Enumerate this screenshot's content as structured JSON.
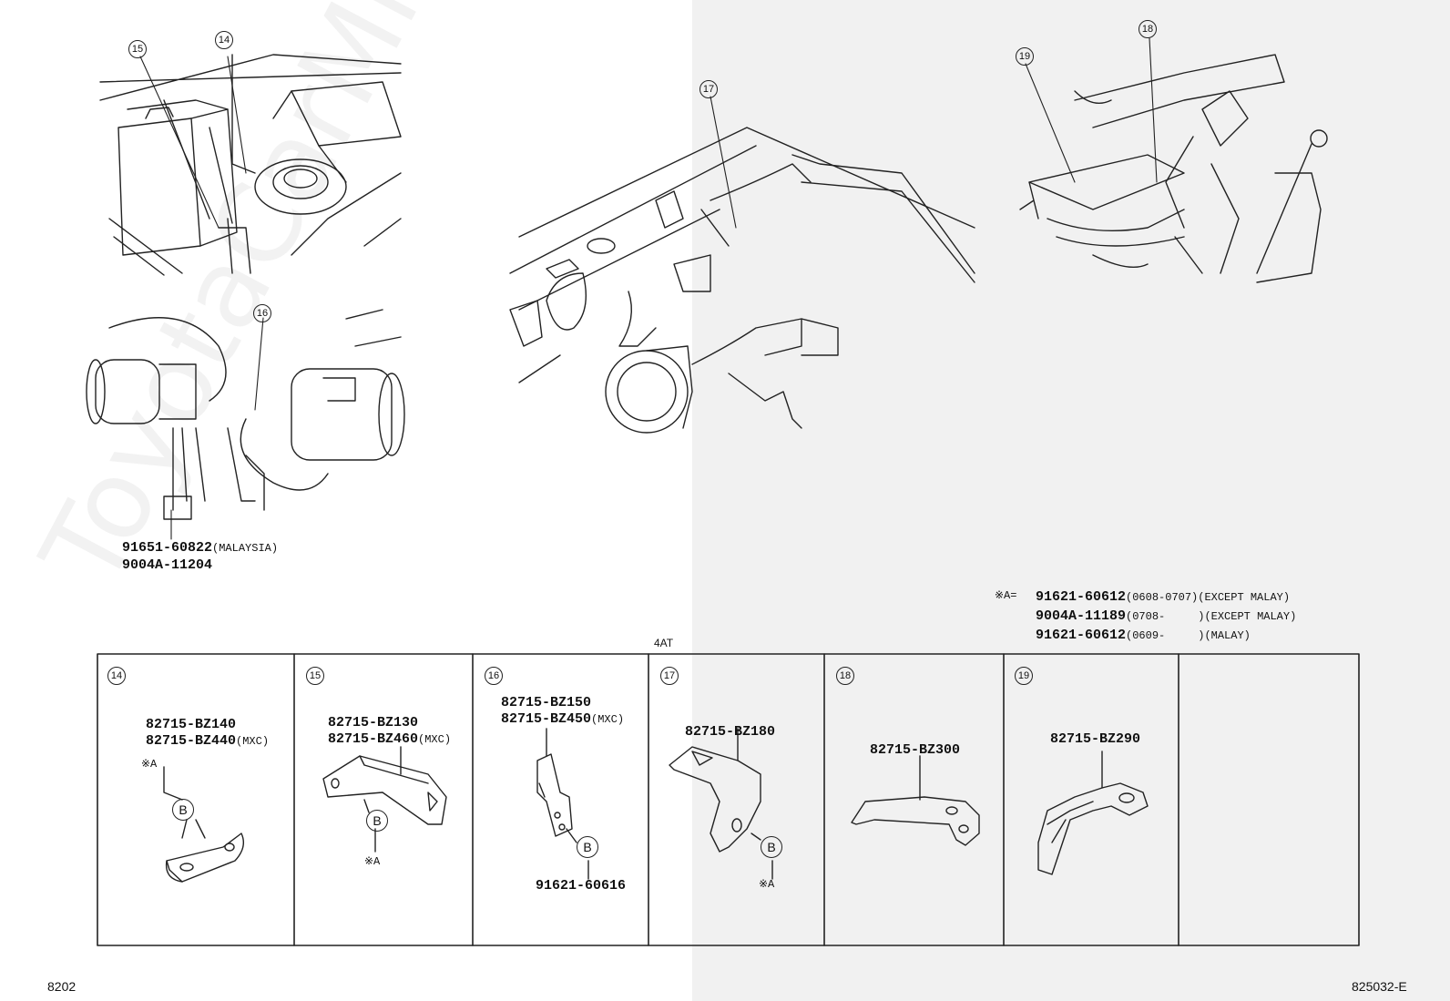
{
  "callouts": {
    "c14": "14",
    "c15": "15",
    "c16": "16",
    "c17": "17",
    "c18": "18",
    "c19": "19"
  },
  "top_notes": {
    "bolt_1": "91651-60822",
    "bolt_1_suffix": "(MALAYSIA)",
    "bolt_2": "9004A-11204"
  },
  "legend_a": {
    "prefix": "※A=",
    "rows": [
      {
        "part": "91621-60612",
        "range": "(0608-0707)",
        "region": "(EXCEPT MALAY)"
      },
      {
        "part": "9004A-11189",
        "range": "(0708-     )",
        "region": "(EXCEPT MALAY)"
      },
      {
        "part": "91621-60612",
        "range": "(0609-     )",
        "region": "(MALAY)"
      }
    ]
  },
  "table_header": "4AT",
  "cells": [
    {
      "num": "14",
      "parts": [
        "82715-BZ140",
        "82715-BZ440"
      ],
      "suffix": "(MXC)",
      "markA": "※A",
      "markB": "B"
    },
    {
      "num": "15",
      "parts": [
        "82715-BZ130",
        "82715-BZ460"
      ],
      "suffix": "(MXC)",
      "markA": "※A",
      "markB": "B"
    },
    {
      "num": "16",
      "parts": [
        "82715-BZ150",
        "82715-BZ450"
      ],
      "suffix": "(MXC)",
      "bolt": "91621-60616",
      "markB": "B"
    },
    {
      "num": "17",
      "parts": [
        "82715-BZ180"
      ],
      "markA": "※A",
      "markB": "B"
    },
    {
      "num": "18",
      "parts": [
        "82715-BZ300"
      ]
    },
    {
      "num": "19",
      "parts": [
        "82715-BZ290"
      ]
    }
  ],
  "footer": {
    "left": "8202",
    "right": "825032-E"
  },
  "watermark": "ToyotaCarMine.ru"
}
